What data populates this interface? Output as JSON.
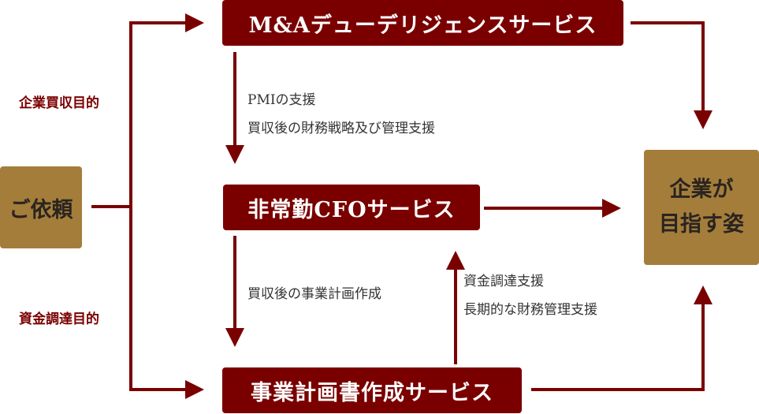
{
  "diagram": {
    "nodes": {
      "request": {
        "label": "ご依頼"
      },
      "ma_service": {
        "label": "M&Aデューデリジェンスサービス"
      },
      "cfo_service": {
        "label": "非常勤CFOサービス"
      },
      "plan_service": {
        "label": "事業計画書作成サービス"
      },
      "goal": {
        "lines": [
          "企業が",
          "目指す姿"
        ]
      }
    },
    "purpose_labels": {
      "acquisition": "企業買収目的",
      "fundraising": "資金調達目的"
    },
    "edge_notes": {
      "ma_to_cfo": [
        "PMIの支援",
        "買収後の財務戦略及び管理支援"
      ],
      "cfo_to_plan": [
        "買収後の事業計画作成"
      ],
      "plan_to_cfo": [
        "資金調達支援",
        "長期的な財務管理支援"
      ]
    },
    "edges": [
      {
        "from": "request",
        "to": "ma_service",
        "label": "企業買収目的"
      },
      {
        "from": "request",
        "to": "plan_service",
        "label": "資金調達目的"
      },
      {
        "from": "ma_service",
        "to": "cfo_service"
      },
      {
        "from": "cfo_service",
        "to": "plan_service"
      },
      {
        "from": "plan_service",
        "to": "cfo_service"
      },
      {
        "from": "ma_service",
        "to": "goal"
      },
      {
        "from": "cfo_service",
        "to": "goal"
      },
      {
        "from": "plan_service",
        "to": "goal"
      }
    ],
    "colors": {
      "service_box": "#7A0000",
      "accent_box": "#A47D3B",
      "arrow": "#7A0000",
      "purpose_text": "#7A0000",
      "note_text": "#333333"
    }
  }
}
